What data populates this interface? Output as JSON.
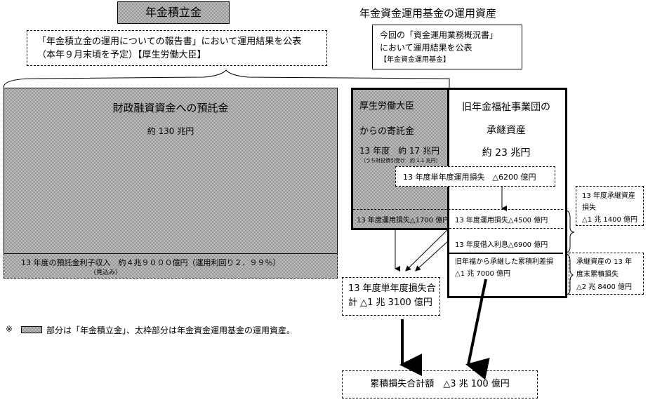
{
  "left": {
    "title": "年金積立金",
    "note_line1": "「年金積立金の運用についての報告書」において運用結果を公表",
    "note_line2": "（本年９月末頃を予定）【厚生労働大臣】",
    "deposit_title": "財政融資資金への預託金",
    "deposit_amount": "約 130 兆円",
    "interest_line1": "13 年度の預託金利子収入　約４兆９０００億円（運用利回り２．９９％）",
    "interest_line2": "（見込み）"
  },
  "right": {
    "title": "年金資金運用基金の運用資産",
    "note_line1": "今回の「資金運用業務概況書」",
    "note_line2": "において運用結果を公表",
    "note_line3": "【年金資金運用基金】",
    "entrusted_line1": "厚生労働大臣",
    "entrusted_line2": "からの寄託金",
    "entrusted_amount": "13 年度　約 17 兆円",
    "entrusted_sub": "（うち財投債引受け　約 1.1 兆円）",
    "inherited_line1": "旧年金福祉事業団の",
    "inherited_line2": "承継資産",
    "inherited_amount": "約 23 兆円",
    "single_year_loss": "13 年度単年度運用損失　△6200 億円",
    "entrusted_loss": "13 年度運用損失△1700 億円",
    "inherited_loss": "13 年度運用損失△4500 億円",
    "interest_cost": "13 年度借入利息△6900 億円",
    "cumulative_line1": "旧年福から承継した累積利差損",
    "cumulative_line2": "△1 兆 7000 億円",
    "inherited_total_line1": "13 年度承継資産",
    "inherited_total_line2": "損失",
    "inherited_total_line3": "△1 兆 1400 億円",
    "year_end_line1": "承継資産の 13 年",
    "year_end_line2": "度末累積損失",
    "year_end_line3": "△2 兆 8400 億円"
  },
  "total_single_line1": "13 年度単年度損失合",
  "total_single_line2": "計 △1 兆 3100 億円",
  "grand_total": "累積損失合計額　△3 兆 100 億円",
  "legend": {
    "mark": "※",
    "text": "部分は「年金積立金」、太枠部分は年金資金運用基金の運用資産。"
  }
}
